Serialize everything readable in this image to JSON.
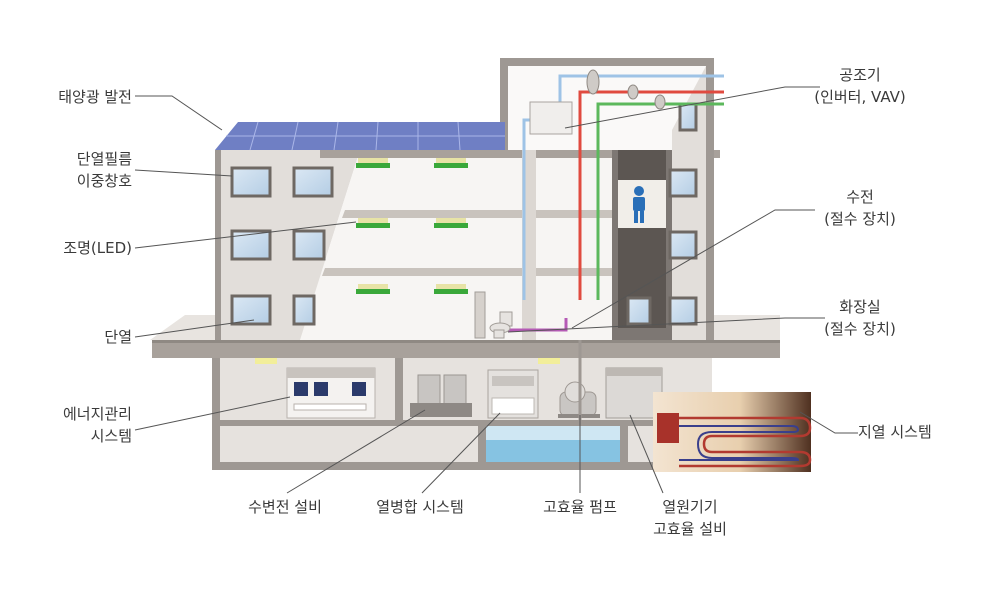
{
  "labels": {
    "solar": "태양광 발전",
    "film_l1": "단열필름",
    "film_l2": "이중창호",
    "led": "조명(LED)",
    "insulation": "단열",
    "ems_l1": "에너지관리",
    "ems_l2": "시스템",
    "ahu_l1": "공조기",
    "ahu_l2": "(인버터, VAV)",
    "faucet_l1": "수전",
    "faucet_l2": "(절수 장치)",
    "toilet_l1": "화장실",
    "toilet_l2": "(절수 장치)",
    "geothermal": "지열 시스템",
    "water_reuse": "수변전 설비",
    "chp": "열병합 시스템",
    "pump": "고효율 펌프",
    "heat_l1": "열원기기",
    "heat_l2": "고효율 설비"
  },
  "colors": {
    "wall": "#e2deda",
    "frame": "#9e9893",
    "solar_panel": "#6f7fc4",
    "led_green": "#3aa83a",
    "pipe_red": "#e04a3f",
    "pipe_green": "#5cb85c",
    "pipe_blue": "#9ec3e6",
    "pipe_purple": "#b55ab5",
    "water": "#8ec9e6",
    "geo_red": "#a8322a",
    "geo_brown": "#5a3a28"
  }
}
